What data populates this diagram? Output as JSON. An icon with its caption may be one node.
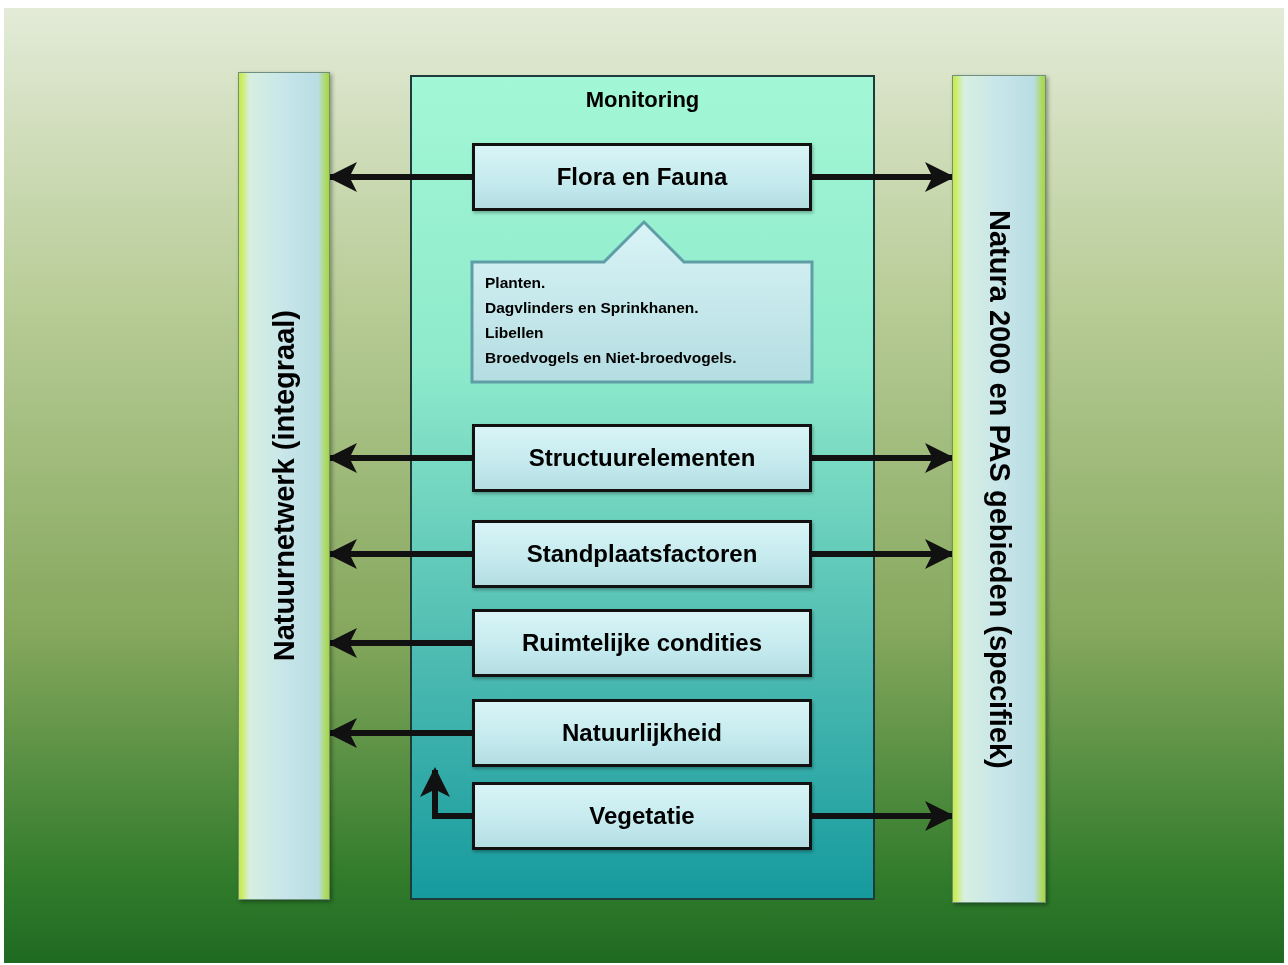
{
  "diagram": {
    "nodes": [
      {
        "text": [
          "Natuurnetwerk (integraal)"
        ]
      },
      {
        "text": [
          "Monitoring"
        ]
      },
      {
        "text": [
          "Flora en Fauna"
        ],
        "in": 1
      },
      {
        "text": [
          "Planten.",
          "Dagvlinders en Sprinkhanen.",
          "Libellen",
          "Broedvogels en Niet-broedvogels."
        ],
        "in": 1
      },
      {
        "text": [
          "Structuurelementen"
        ],
        "in": 1
      },
      {
        "text": [
          "Standplaatsfactoren"
        ],
        "in": 1
      },
      {
        "text": [
          "Ruimtelijke condities"
        ],
        "in": 1
      },
      {
        "text": [
          "Natuurlijkheid"
        ],
        "in": 1
      },
      {
        "text": [
          "Vegetatie"
        ],
        "in": 1
      },
      {
        "text": [
          "Natura 2000 en PAS gebieden (specifiek)"
        ]
      }
    ],
    "edges": [
      {
        "from": 2,
        "to": 0,
        "arrow": "to"
      },
      {
        "from": 2,
        "to": 9,
        "arrow": "to"
      },
      {
        "from": 4,
        "to": 0,
        "arrow": "to"
      },
      {
        "from": 4,
        "to": 9,
        "arrow": "to"
      },
      {
        "from": 5,
        "to": 0,
        "arrow": "to"
      },
      {
        "from": 5,
        "to": 9,
        "arrow": "to"
      },
      {
        "from": 6,
        "to": 0,
        "arrow": "to"
      },
      {
        "from": 7,
        "to": 0,
        "arrow": "to"
      },
      {
        "from": 8,
        "to": 9,
        "arrow": "to"
      },
      {
        "from": 8,
        "to": null,
        "arrow": "to"
      }
    ]
  }
}
